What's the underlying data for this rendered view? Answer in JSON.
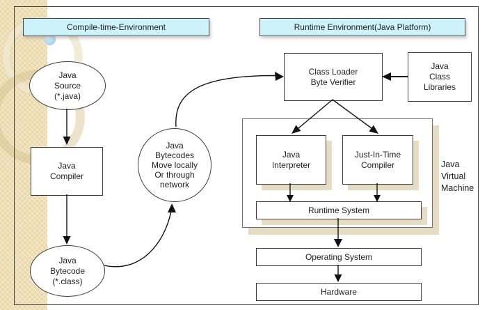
{
  "headers": {
    "compile": "Compile-time-Environment",
    "runtime": "Runtime Environment(Java Platform)"
  },
  "nodes": {
    "java_source": "Java\nSource\n(*.java)",
    "java_compiler": "Java\nCompiler",
    "java_bytecode": "Java\nBytecode\n(*.class)",
    "bytecodes_circle": "Java\nBytecodes\nMove locally\nOr through\nnetwork",
    "class_loader": "Class Loader\nByte Verifier",
    "class_libraries": "Java\nClass\nLibraries",
    "interpreter": "Java\nInterpreter",
    "jit_compiler": "Just-In-Time\nCompiler",
    "runtime_system": "Runtime System",
    "jvm_label": "Java\nVirtual\nMachine",
    "operating_system": "Operating System",
    "hardware": "Hardware"
  },
  "colors": {
    "header_fill": "#cdf2f9",
    "stripe": "#eedfb4",
    "box_shadow_tan": "#e6dcc4",
    "border_dark": "#3c3c3c",
    "background": "#ffffff"
  }
}
